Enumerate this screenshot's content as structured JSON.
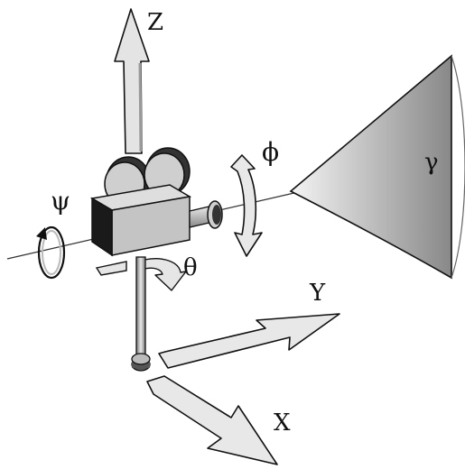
{
  "labels": {
    "z": "Z",
    "y": "Y",
    "x": "X",
    "psi": "ψ",
    "phi": "ϕ",
    "theta": "θ",
    "gamma": "γ"
  },
  "colors": {
    "arrow_fill": "#e4e4e4",
    "outline": "#111111",
    "camera_light": "#d0d0d0",
    "camera_dark": "#1a1a1a",
    "cone_dark": "#8c8c8c",
    "cone_light": "#f2f2f2"
  }
}
